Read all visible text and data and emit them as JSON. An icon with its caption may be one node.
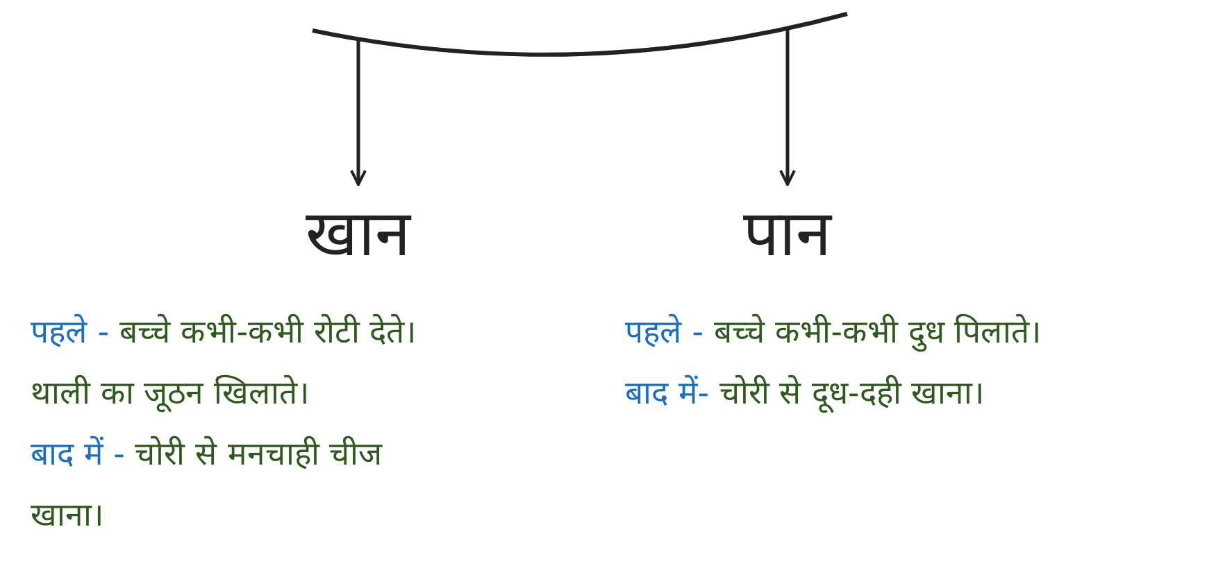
{
  "diagram": {
    "nodes": [
      {
        "text": [],
        "shape": "arc"
      },
      {
        "text": [
          "खान"
        ],
        "beside": [
          "पहले - बच्चे कभी-कभी रोटी देते। थाली का जूठन खिलाते।",
          "बाद में - चोरी से मनचाही चीज खाना।"
        ]
      },
      {
        "text": [
          "पान"
        ],
        "beside": [
          "पहले - बच्चे कभी-कभी दुध पिलाते।",
          "बाद में- चोरी से दूध-दही खाना।"
        ]
      }
    ],
    "edges": [
      {
        "from": 0,
        "to": 1,
        "arrow": "to"
      },
      {
        "from": 0,
        "to": 2,
        "arrow": "to"
      }
    ]
  }
}
